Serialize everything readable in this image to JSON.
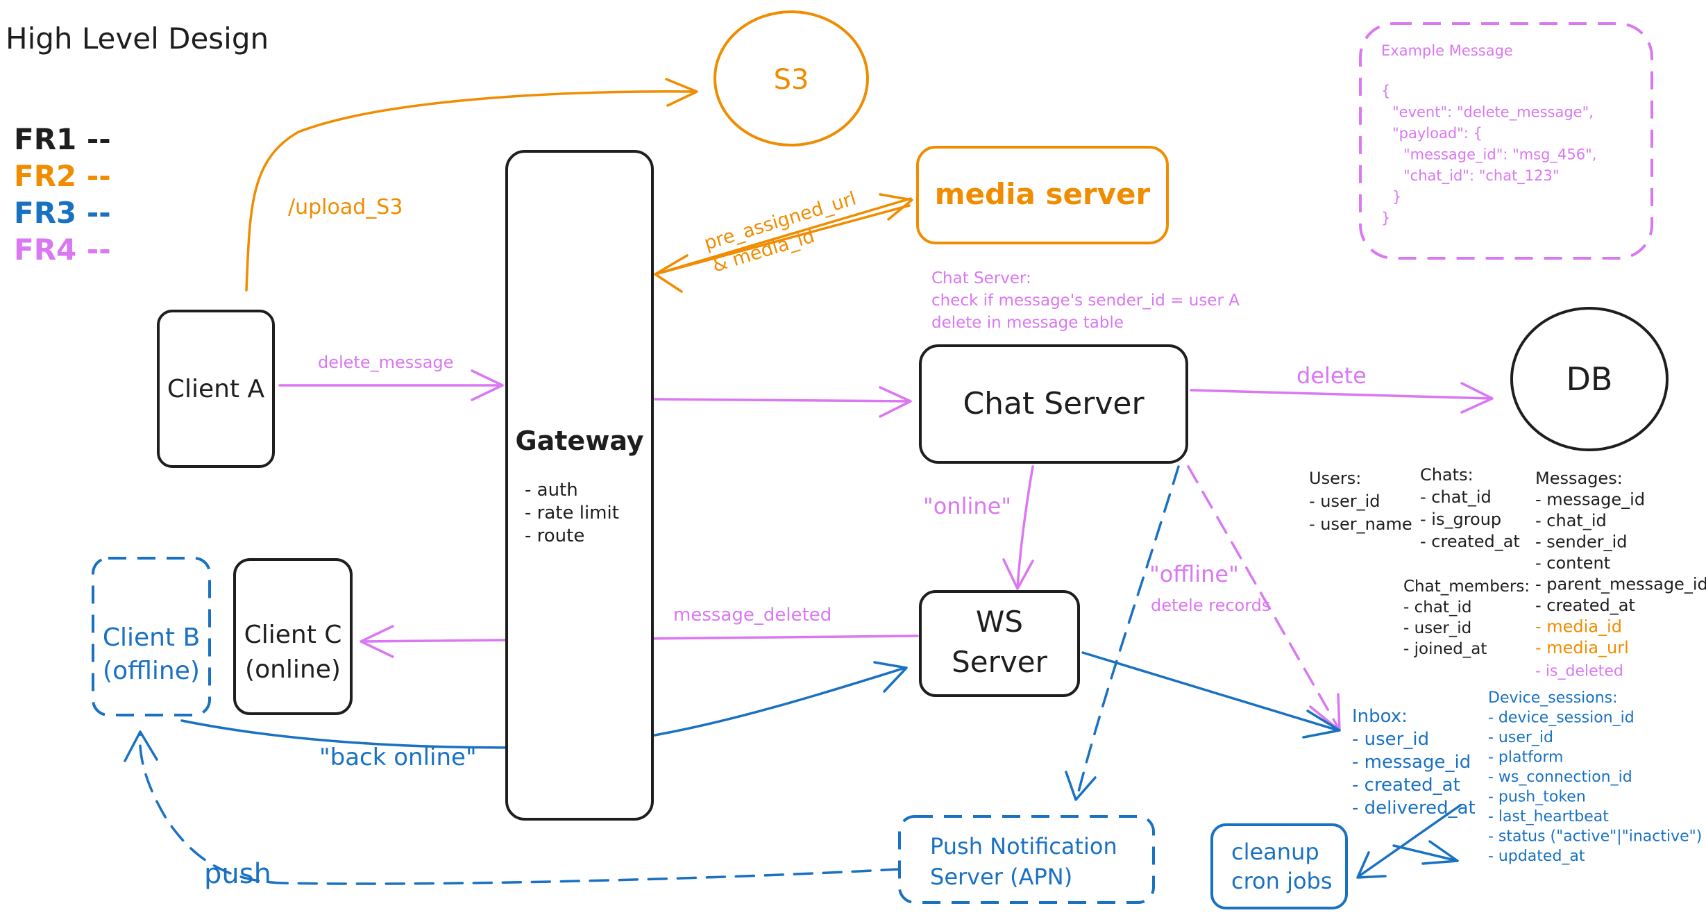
{
  "colors": {
    "black": "#1e1e1e",
    "orange": "#f08c00",
    "blue": "#1971c2",
    "violet": "#da77f2"
  },
  "title": "High Level Design",
  "legend": [
    {
      "label": "FR1 --",
      "color": "#1e1e1e"
    },
    {
      "label": "FR2 --",
      "color": "#f08c00"
    },
    {
      "label": "FR3 --",
      "color": "#1971c2"
    },
    {
      "label": "FR4 --",
      "color": "#da77f2"
    }
  ],
  "nodes": {
    "s3": "S3",
    "media_server": "media server",
    "client_a": "Client A",
    "gateway": "Gateway",
    "gateway_features": [
      "- auth",
      "- rate limit",
      "- route"
    ],
    "chat_server": "Chat Server",
    "db": "DB",
    "ws_server": [
      "WS",
      "Server"
    ],
    "client_b": [
      "Client B",
      "(offline)"
    ],
    "client_c": [
      "Client C",
      "(online)"
    ],
    "push_server": [
      "Push Notification",
      "Server (APN)"
    ],
    "cleanup": [
      "cleanup",
      "cron jobs"
    ]
  },
  "edge_labels": {
    "upload_s3": "/upload_S3",
    "pre_assigned": "pre_assigned_url",
    "media_id": "& media_id",
    "delete_message": "delete_message",
    "delete": "delete",
    "online": "\"online\"",
    "offline": "\"offline\"",
    "delete_records": "detele records",
    "message_deleted": "message_deleted",
    "back_online": "\"back online\"",
    "push": "push"
  },
  "chat_server_note": [
    "Chat Server:",
    "check if message's sender_id = user A",
    "delete in message table"
  ],
  "example_message": {
    "title": "Example Message",
    "lines": [
      "{",
      "  \"event\": \"delete_message\",",
      "  \"payload\": {",
      "    \"message_id\": \"msg_456\",",
      "    \"chat_id\": \"chat_123\"",
      "  }",
      "}"
    ]
  },
  "schema": {
    "users": {
      "title": "Users:",
      "fields": [
        "- user_id",
        "- user_name"
      ]
    },
    "chats": {
      "title": "Chats:",
      "fields": [
        "- chat_id",
        "- is_group",
        "- created_at"
      ]
    },
    "messages": {
      "title": "Messages:",
      "fields": [
        "- message_id",
        "- chat_id",
        "- sender_id",
        "- content",
        "- parent_message_id",
        "- created_at"
      ],
      "fields_fr2": [
        "- media_id",
        "- media_url"
      ],
      "fields_fr4": [
        "- is_deleted"
      ]
    },
    "chat_members": {
      "title": "Chat_members:",
      "fields": [
        "- chat_id",
        "- user_id",
        "- joined_at"
      ]
    },
    "inbox": {
      "title": "Inbox:",
      "fields": [
        "- user_id",
        "- message_id",
        "- created_at",
        "- delivered_at"
      ]
    },
    "device_sessions": {
      "title": "Device_sessions:",
      "fields": [
        "- device_session_id",
        "- user_id",
        "- platform",
        "- ws_connection_id",
        "- push_token",
        "- last_heartbeat",
        "- status (\"active\"|\"inactive\")",
        "- updated_at"
      ]
    }
  }
}
